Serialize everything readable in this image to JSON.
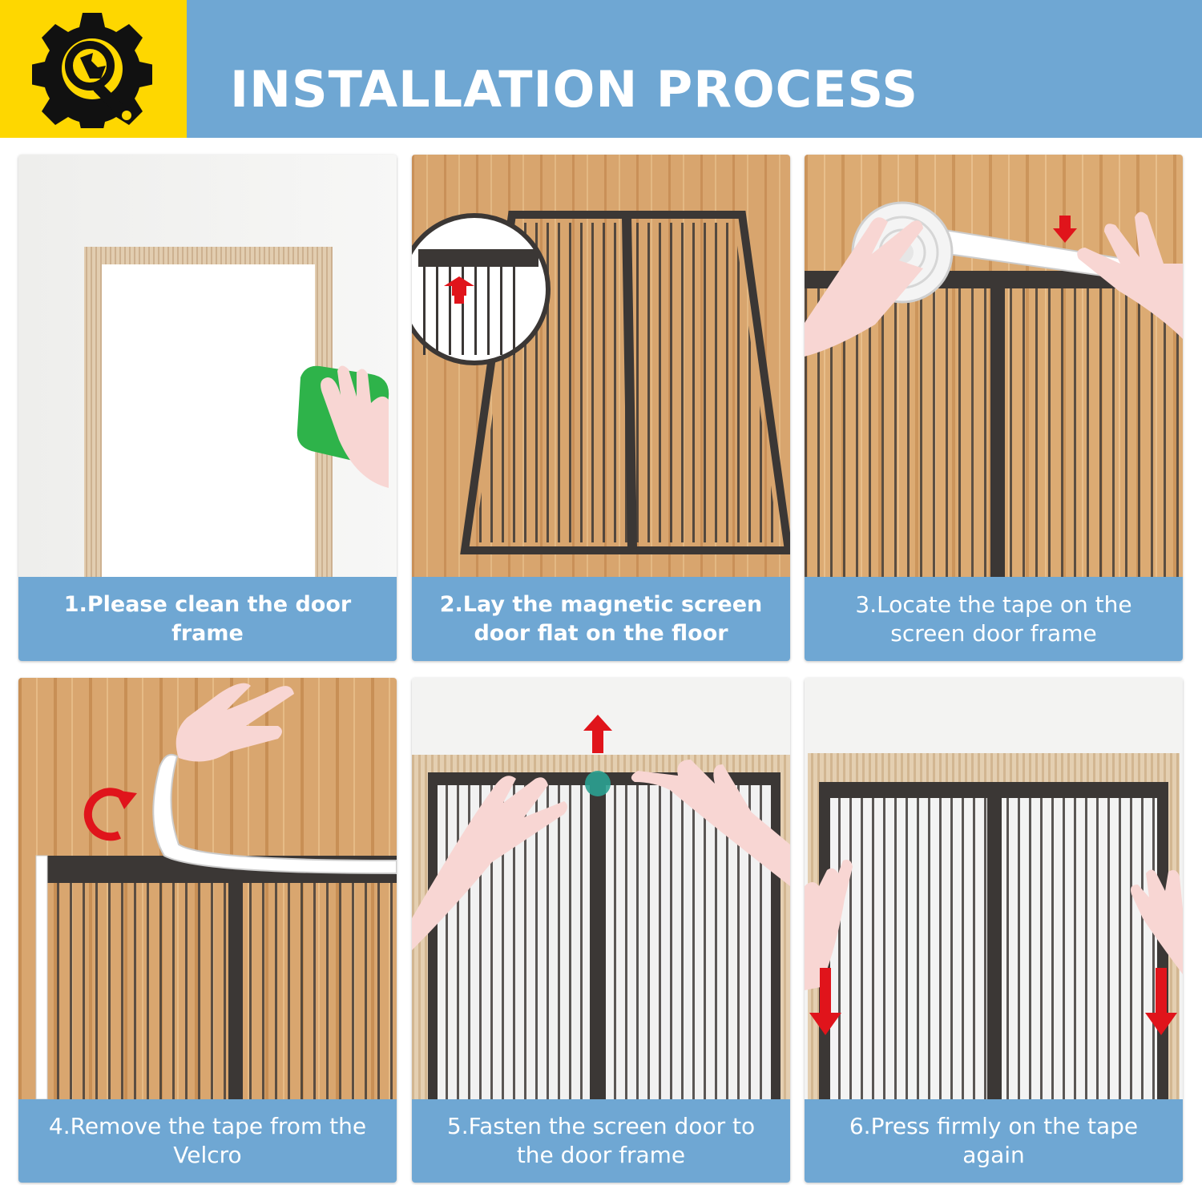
{
  "header": {
    "title": "INSTALLATION PROCESS",
    "logo_icon": "gear-wrench-icon",
    "colors": {
      "banner": "#6fa7d3",
      "logo_bg": "#fed700",
      "icon": "#111111"
    }
  },
  "steps": [
    {
      "caption": "1.Please clean the door frame"
    },
    {
      "caption": "2.Lay the magnetic screen door flat on the floor"
    },
    {
      "caption": "3.Locate the tape on the screen door frame"
    },
    {
      "caption": "4.Remove the tape from the Velcro"
    },
    {
      "caption": "5.Fasten the screen door to the door frame"
    },
    {
      "caption": "6.Press firmly on the tape again"
    }
  ],
  "colors": {
    "caption_bg": "#6fa7d3",
    "arrow": "#e0141b",
    "wood": "#d9a873",
    "frame": "#3b3735",
    "hand": "#f8d6d3",
    "cloth": "#2eb34a"
  }
}
